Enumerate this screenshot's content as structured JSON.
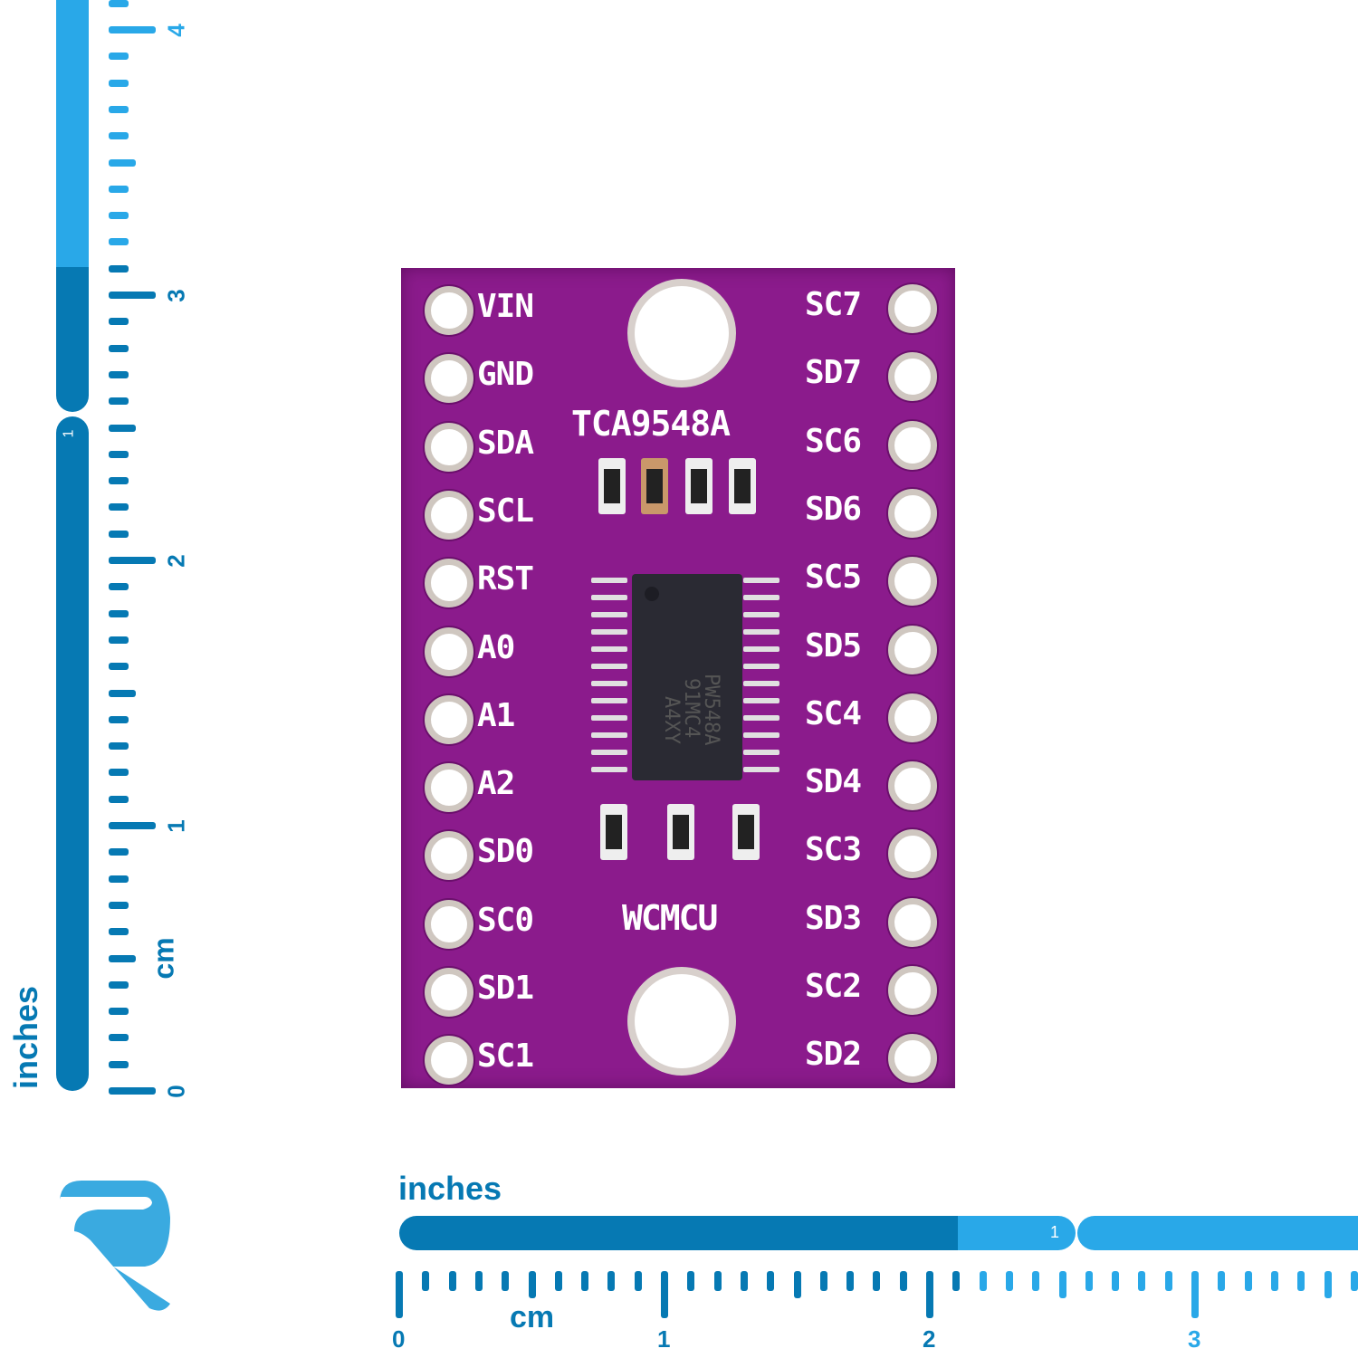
{
  "board": {
    "chip_name": "TCA9548A",
    "brand": "WCMCU",
    "chip_marking": [
      "PW548A",
      "91MC4",
      "A4XY"
    ],
    "left_pins": [
      "VIN",
      "GND",
      "SDA",
      "SCL",
      "RST",
      "A0",
      "A1",
      "A2",
      "SD0",
      "SC0",
      "SD1",
      "SC1"
    ],
    "right_pins": [
      "SC7",
      "SD7",
      "SC6",
      "SD6",
      "SC5",
      "SD5",
      "SC4",
      "SD4",
      "SC3",
      "SD3",
      "SC2",
      "SD2"
    ],
    "board_color": "#8b1b8c"
  },
  "ruler_left": {
    "inches_label": "inches",
    "cm_label": "cm",
    "inch_mark": "1",
    "cm_numbers": [
      "0",
      "1",
      "2",
      "3",
      "4"
    ]
  },
  "ruler_bottom": {
    "inches_label": "inches",
    "cm_label": "cm",
    "inch_mark": "1",
    "cm_numbers": [
      "0",
      "1",
      "2",
      "3"
    ]
  },
  "logo": {
    "letter": "R"
  },
  "colors": {
    "dark_blue": "#0679b3",
    "light_blue": "#29a8e8",
    "logo_blue": "#3aaae0"
  }
}
